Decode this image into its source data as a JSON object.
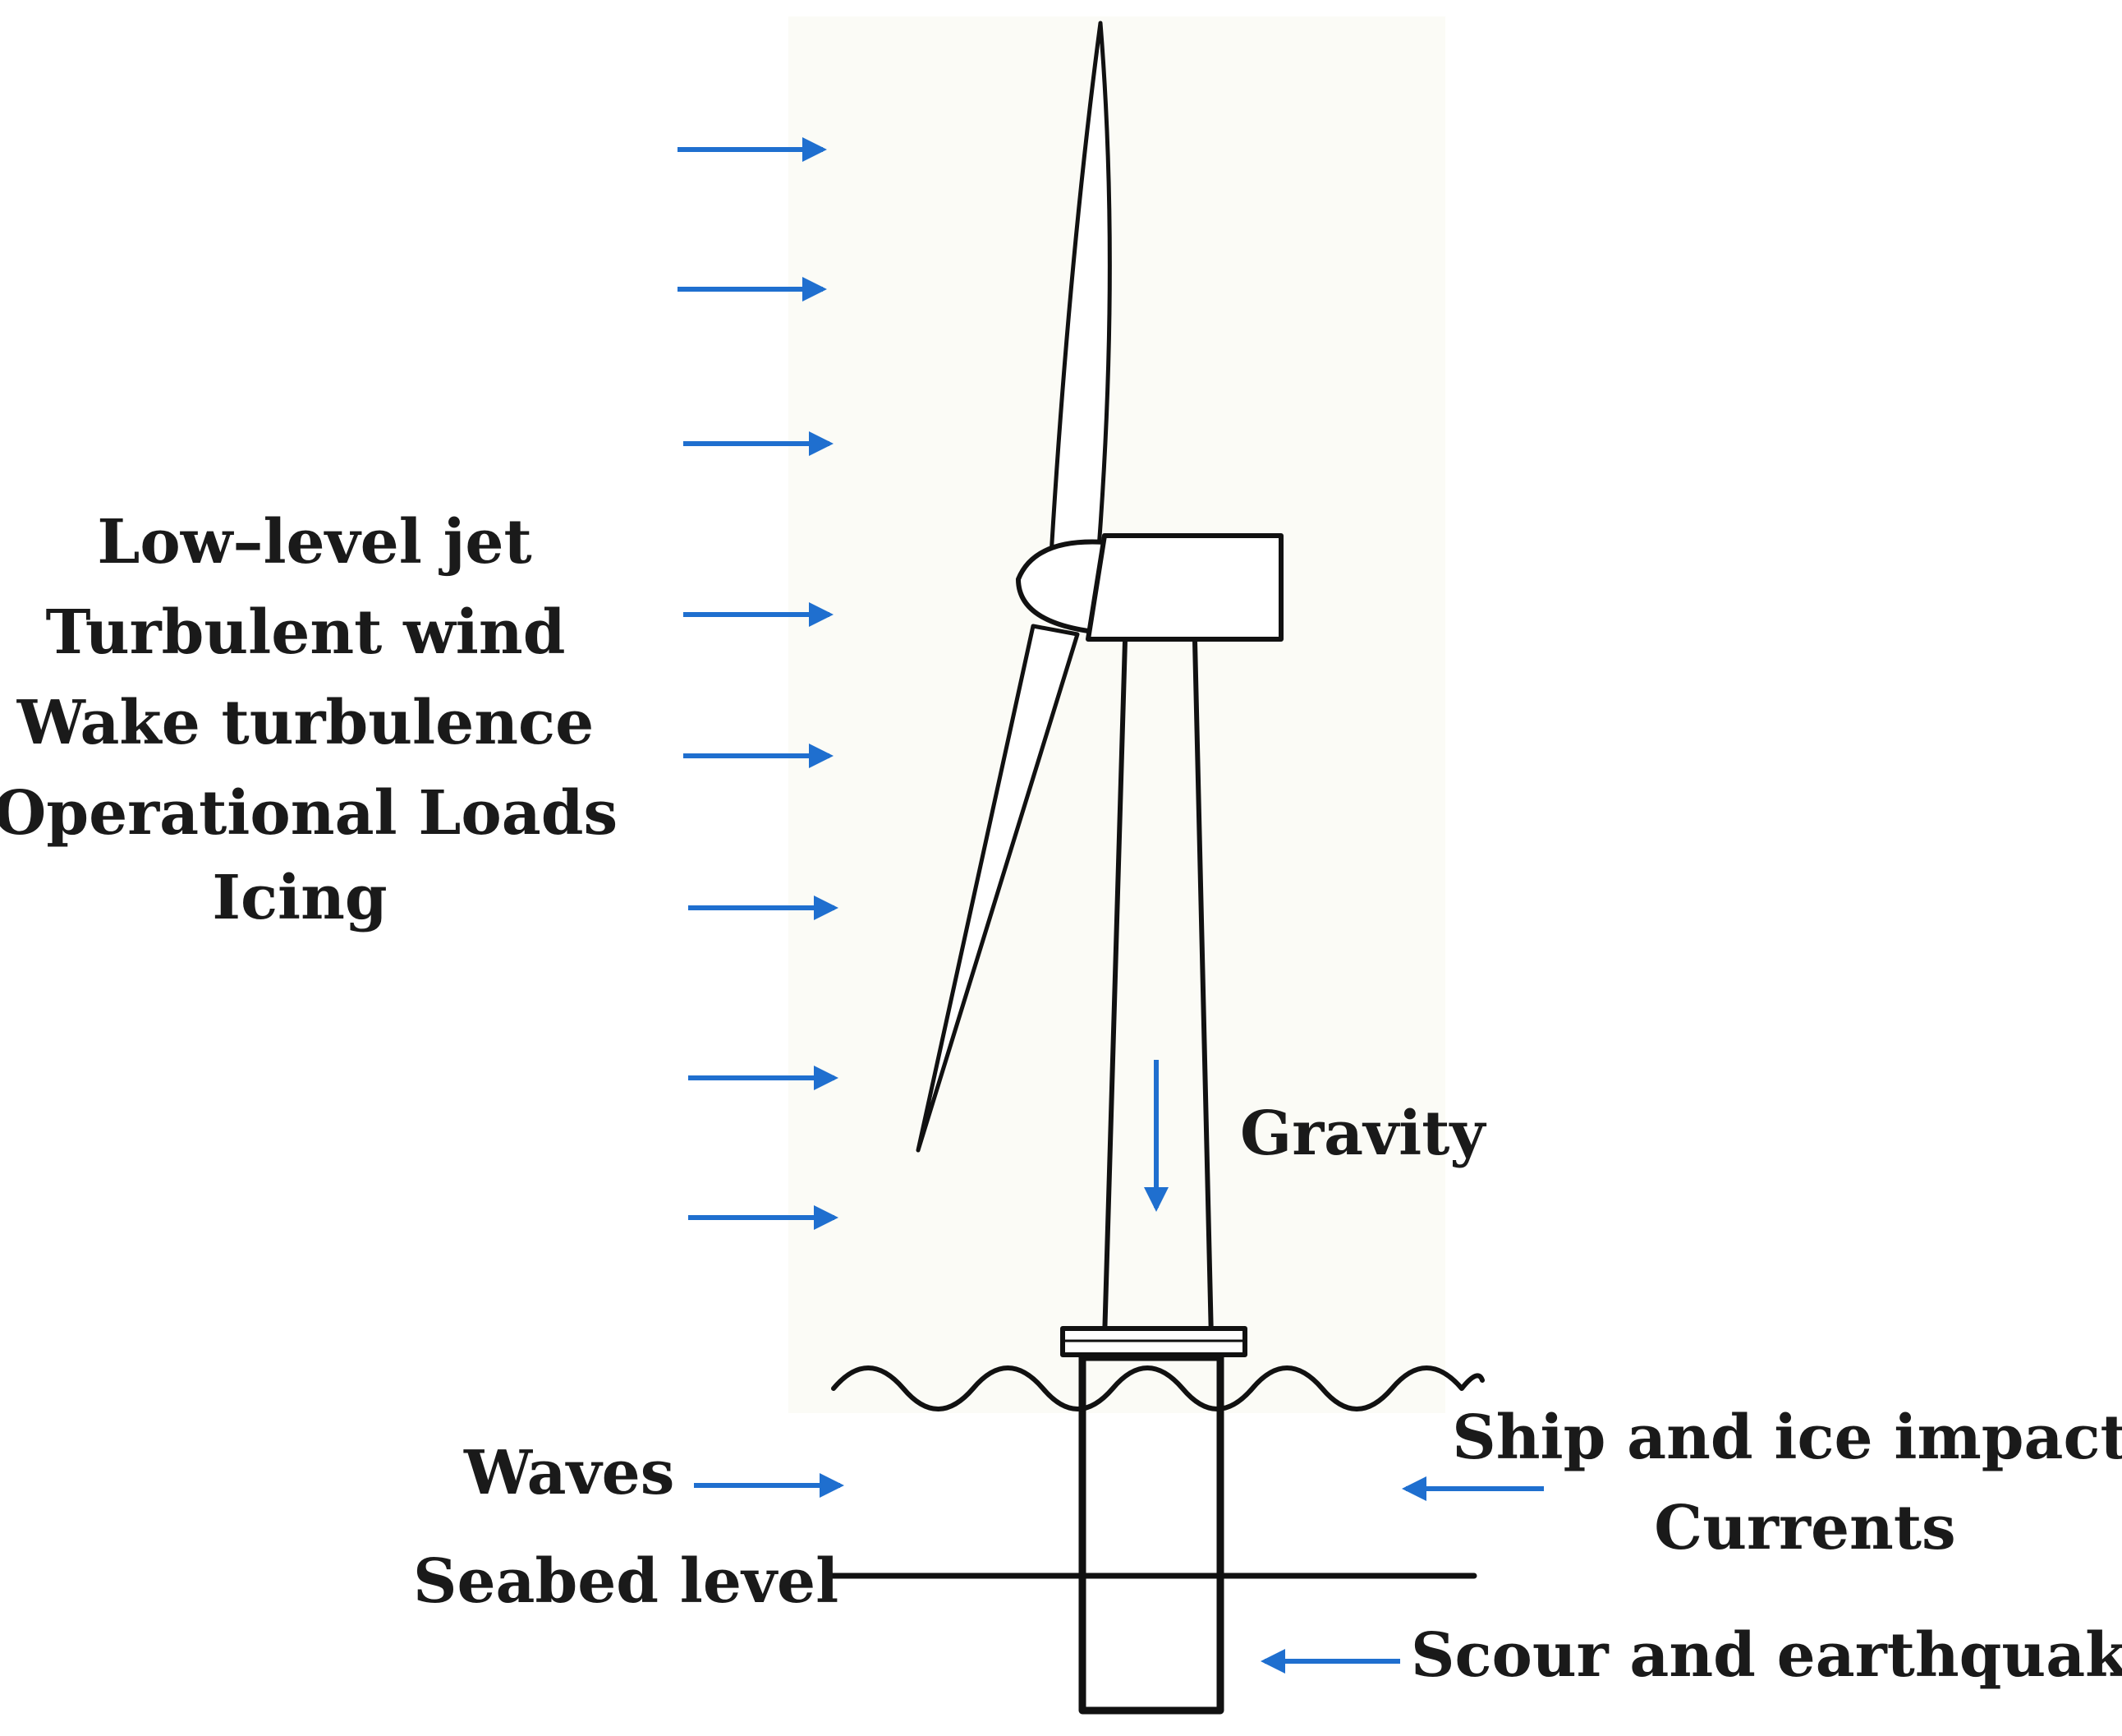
{
  "labels": {
    "wind_block": [
      "Low–level jet",
      "Turbulent wind",
      "Wake turbulence",
      "Operational Loads",
      "Icing"
    ],
    "gravity": "Gravity",
    "waves": "Waves",
    "seabed": "Seabed level",
    "right_block": [
      "Ship and ice impact",
      "Currents"
    ],
    "scour": "Scour and earthquakes"
  },
  "colors": {
    "arrow": "#1f6fcf",
    "line": "#111111",
    "text": "#1a1a1a",
    "background": "#ffffff"
  }
}
